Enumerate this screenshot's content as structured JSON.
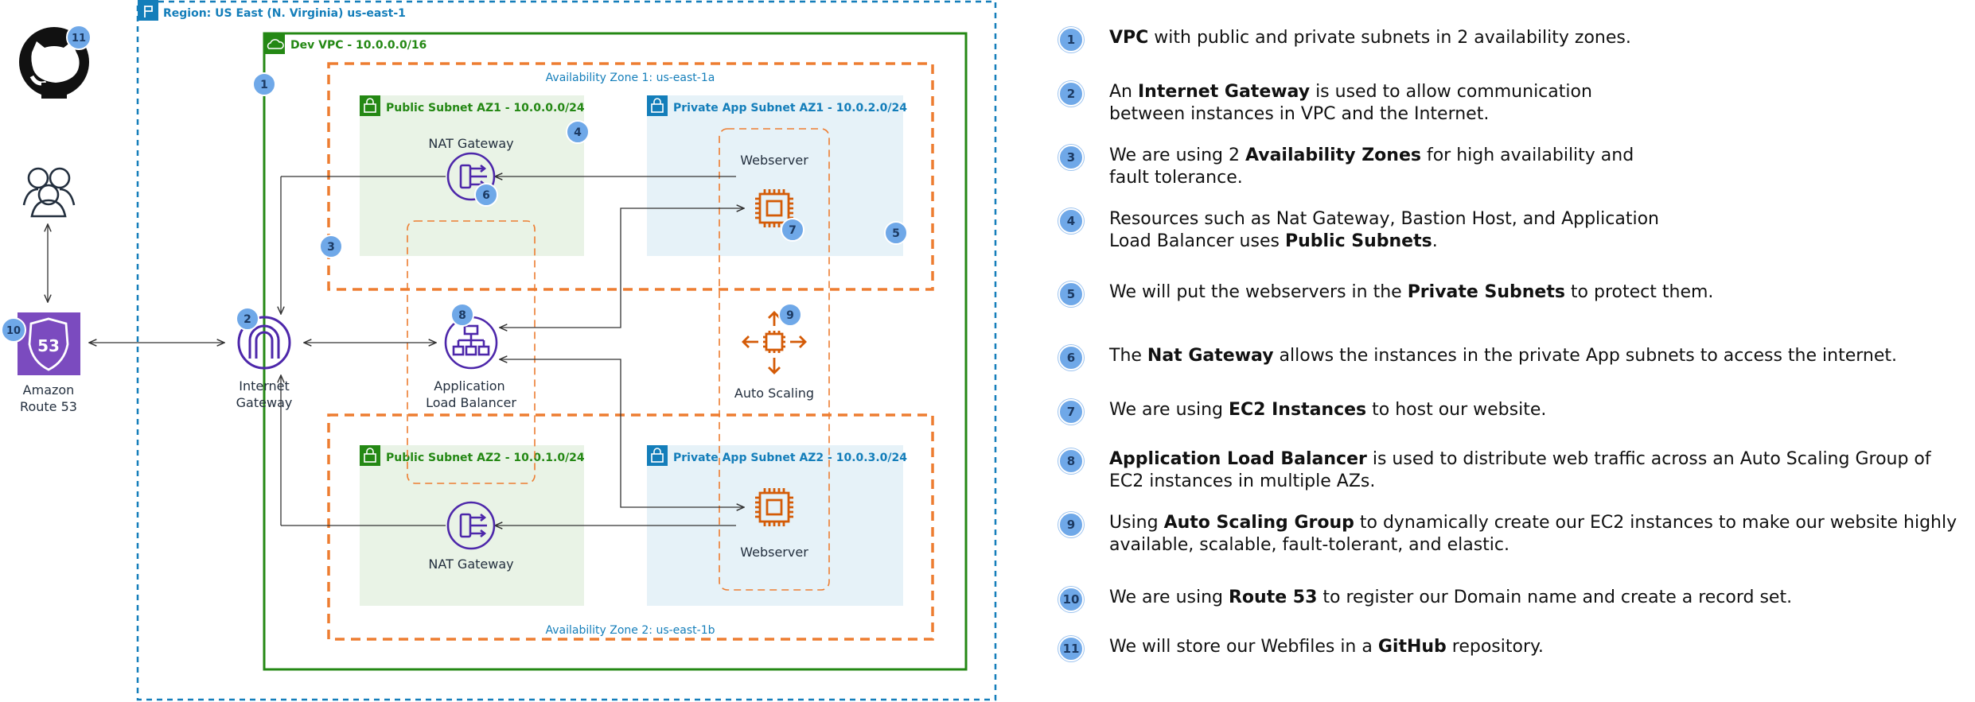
{
  "diagram": {
    "region_label": "Region: US East (N. Virginia) us-east-1",
    "vpc_label": "Dev VPC - 10.0.0.0/16",
    "az1_label": "Availability Zone 1: us-east-1a",
    "az2_label": "Availability Zone 2: us-east-1b",
    "public_subnet_az1": "Public Subnet AZ1 - 10.0.0.0/24",
    "private_subnet_az1": "Private App Subnet AZ1 - 10.0.2.0/24",
    "public_subnet_az2": "Public Subnet AZ2 - 10.0.1.0/24",
    "private_subnet_az2": "Private App Subnet AZ2  - 10.0.3.0/24",
    "nat_gateway_top": "NAT Gateway",
    "nat_gateway_bottom": "NAT Gateway",
    "webserver_top": "Webserver",
    "webserver_bottom": "Webserver",
    "alb_line1": "Application",
    "alb_line2": "Load Balancer",
    "auto_scaling": "Auto Scaling",
    "igw_line1": "Internet",
    "igw_line2": "Gateway",
    "route53_line1": "Amazon",
    "route53_line2": "Route 53",
    "route53_badge": "53",
    "badges": {
      "b1": "1",
      "b2": "2",
      "b3": "3",
      "b4": "4",
      "b5": "5",
      "b6": "6",
      "b7": "7",
      "b8": "8",
      "b9": "9",
      "b10": "10",
      "b11": "11"
    },
    "colors": {
      "region_border": "#147eba",
      "vpc_border": "#248814",
      "az_border": "#ed7d31",
      "public_subnet_fill": "#e9f3e6",
      "private_subnet_fill": "#e6f2f8",
      "purple": "#4d27aa",
      "orange": "#d45b07",
      "badge": "#6fa8e8"
    },
    "icons": [
      "github-icon",
      "users-icon",
      "route53-icon",
      "internet-gateway-icon",
      "nat-gateway-icon",
      "load-balancer-icon",
      "ec2-instance-icon",
      "auto-scaling-icon",
      "lock-icon",
      "cloud-icon",
      "region-flag-icon"
    ]
  },
  "legend": [
    {
      "num": "1",
      "pre": "",
      "bold": "VPC",
      "post": " with public and private subnets in 2 availability zones."
    },
    {
      "num": "2",
      "pre": "An ",
      "bold": "Internet Gateway",
      "post": " is used to allow communication between instances in VPC and the Internet."
    },
    {
      "num": "3",
      "pre": "We are using 2 ",
      "bold": "Availability Zones",
      "post": " for high availability and fault tolerance."
    },
    {
      "num": "4",
      "pre": "Resources such as Nat Gateway, Bastion Host, and Application Load Balancer uses ",
      "bold": "Public Subnets",
      "post": "."
    },
    {
      "num": "5",
      "pre": "We will put the webservers in the ",
      "bold": "Private Subnets",
      "post": " to protect them."
    },
    {
      "num": "6",
      "pre": "The ",
      "bold": "Nat Gateway",
      "post": " allows the instances in the private App subnets to access the internet."
    },
    {
      "num": "7",
      "pre": "We are using ",
      "bold": "EC2 Instances",
      "post": " to host our website."
    },
    {
      "num": "8",
      "pre": "",
      "bold": "Application Load Balancer",
      "post": " is used to distribute web traffic across an Auto Scaling Group of EC2 instances in multiple AZs."
    },
    {
      "num": "9",
      "pre": "Using ",
      "bold": "Auto Scaling Group",
      "post": " to dynamically create our EC2 instances to make our website highly available, scalable, fault-tolerant, and elastic."
    },
    {
      "num": "10",
      "pre": "We are using ",
      "bold": "Route 53",
      "post": " to register our Domain name and create a record set."
    },
    {
      "num": "11",
      "pre": "We will store our Webfiles in a ",
      "bold": "GitHub",
      "post": " repository."
    }
  ]
}
